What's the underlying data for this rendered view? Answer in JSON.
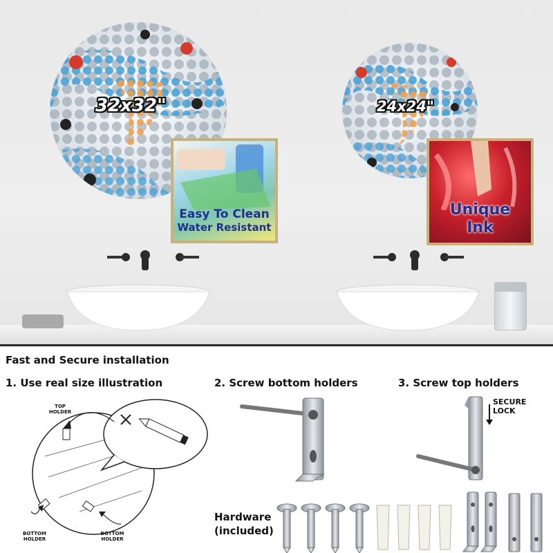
{
  "product_images": {
    "large_size_label": "32x32\"",
    "small_size_label": "24x24\"",
    "badge_clean": {
      "line1": "Easy To Clean",
      "line2": "Water Resistant"
    },
    "badge_ink": {
      "line1": "Unique",
      "line2": "Ink"
    }
  },
  "installation": {
    "heading": "Fast and Secure installation",
    "step1_title": "1. Use real size illustration",
    "step2_title": "2. Screw bottom holders",
    "step3_title": "3. Screw top holders",
    "top_holder_label": "TOP HOLDER",
    "bottom_holder_left_label": "BOTTOM HOLDER",
    "bottom_holder_right_label": "BOTTOM HOLDER",
    "secure_lock_label": "SECURE LOCK",
    "hardware_label": "Hardware (included)"
  },
  "colors": {
    "accent_badge_border": "#c9b27a",
    "badge_ink_red": "#c8202a",
    "badge_text_blue": "#1f2f8f"
  }
}
